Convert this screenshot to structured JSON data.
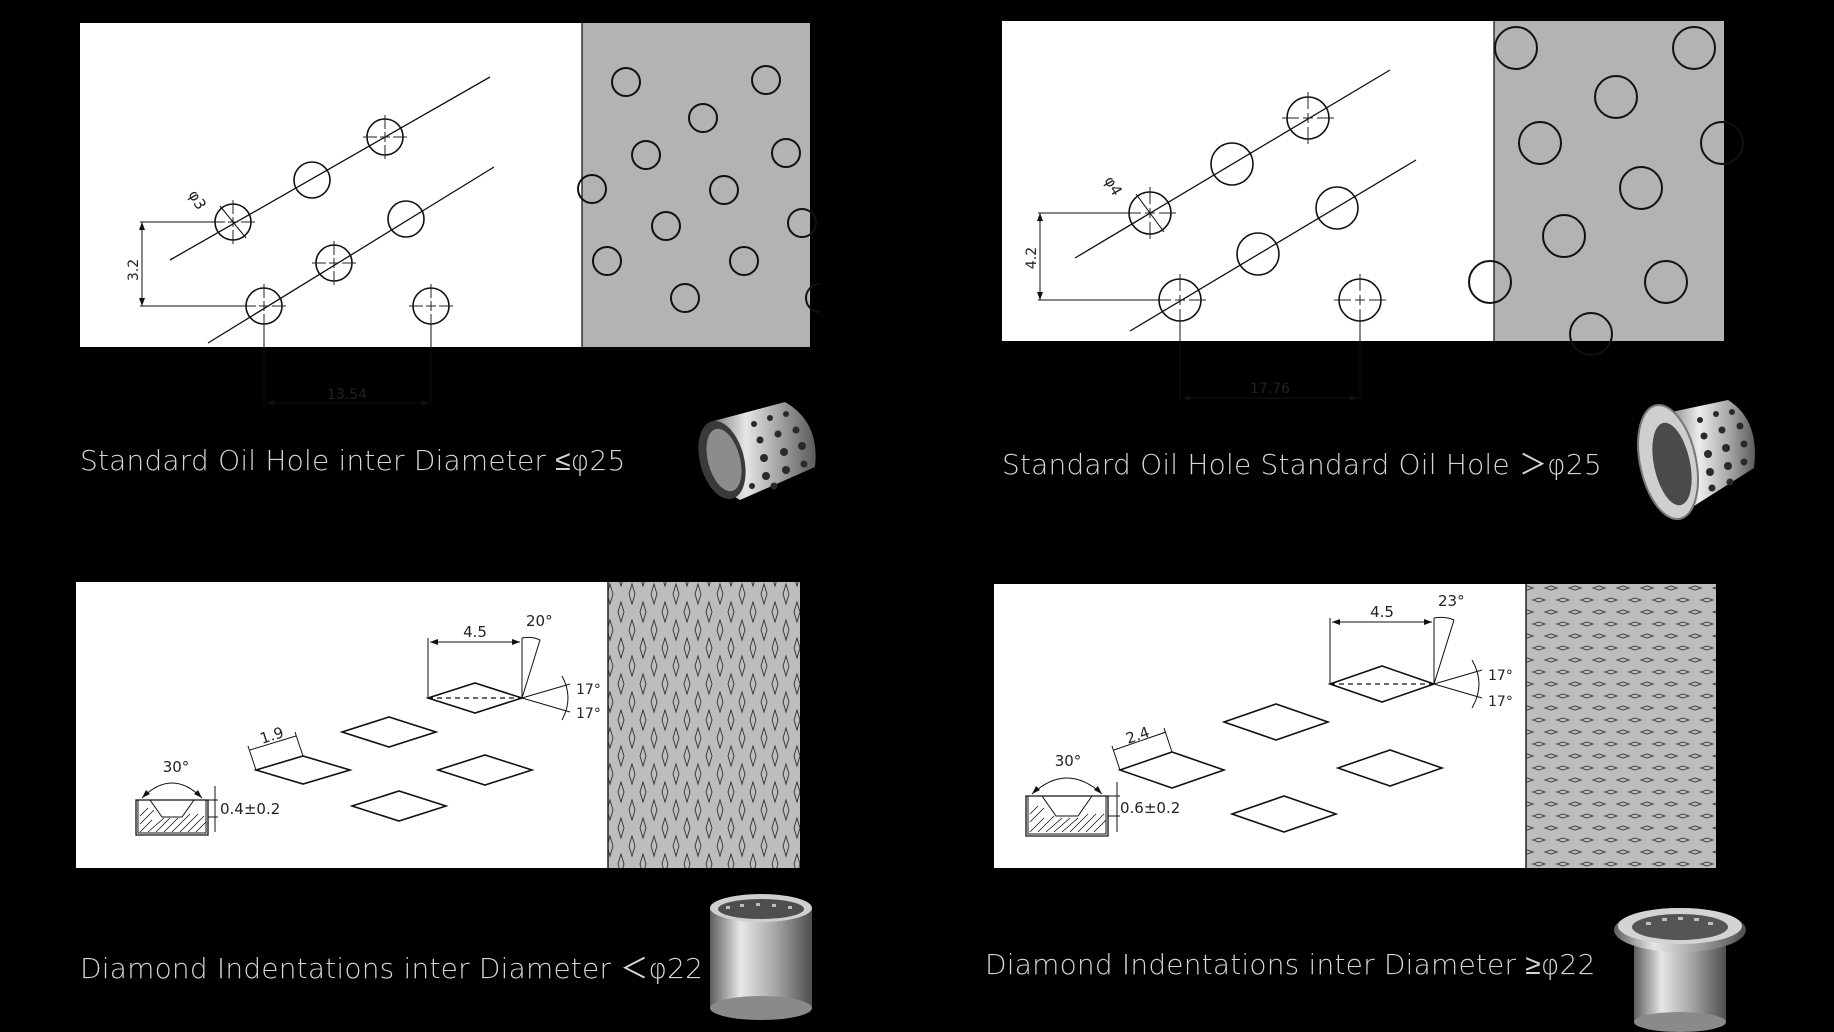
{
  "panels": {
    "oil_small": {
      "caption": "Standard Oil Hole inter Diameter ≤φ25",
      "dia": "φ3",
      "pitch": "3.2",
      "spacing": "13.54"
    },
    "oil_large": {
      "caption": "Standard Oil Hole Standard Oil Hole ＞φ25",
      "dia": "φ4",
      "pitch": "4.2",
      "spacing": "17.76"
    },
    "diamond_small": {
      "caption": "Diamond Indentations inter Diameter ＜φ22",
      "angle_groove": "30°",
      "depth": "0.4±0.2",
      "width": "1.9",
      "spacing": "4.5",
      "angle_top": "20°",
      "angle_a": "17°",
      "angle_b": "17°"
    },
    "diamond_large": {
      "caption": "Diamond Indentations inter Diameter ≥φ22",
      "angle_groove": "30°",
      "depth": "0.6±0.2",
      "width": "2.4",
      "spacing": "4.5",
      "angle_top": "23°",
      "angle_a": "17°",
      "angle_b": "17°"
    }
  },
  "colors": {
    "background": "#000000",
    "drawing_bg": "#ffffff",
    "texture_bg": "#b3b3b3",
    "line": "#111111",
    "caption": "#d6d6d6"
  },
  "icons": [
    "bushing-perforated-icon",
    "flanged-bushing-perforated-icon",
    "bushing-diamond-icon",
    "flanged-bushing-diamond-icon"
  ]
}
